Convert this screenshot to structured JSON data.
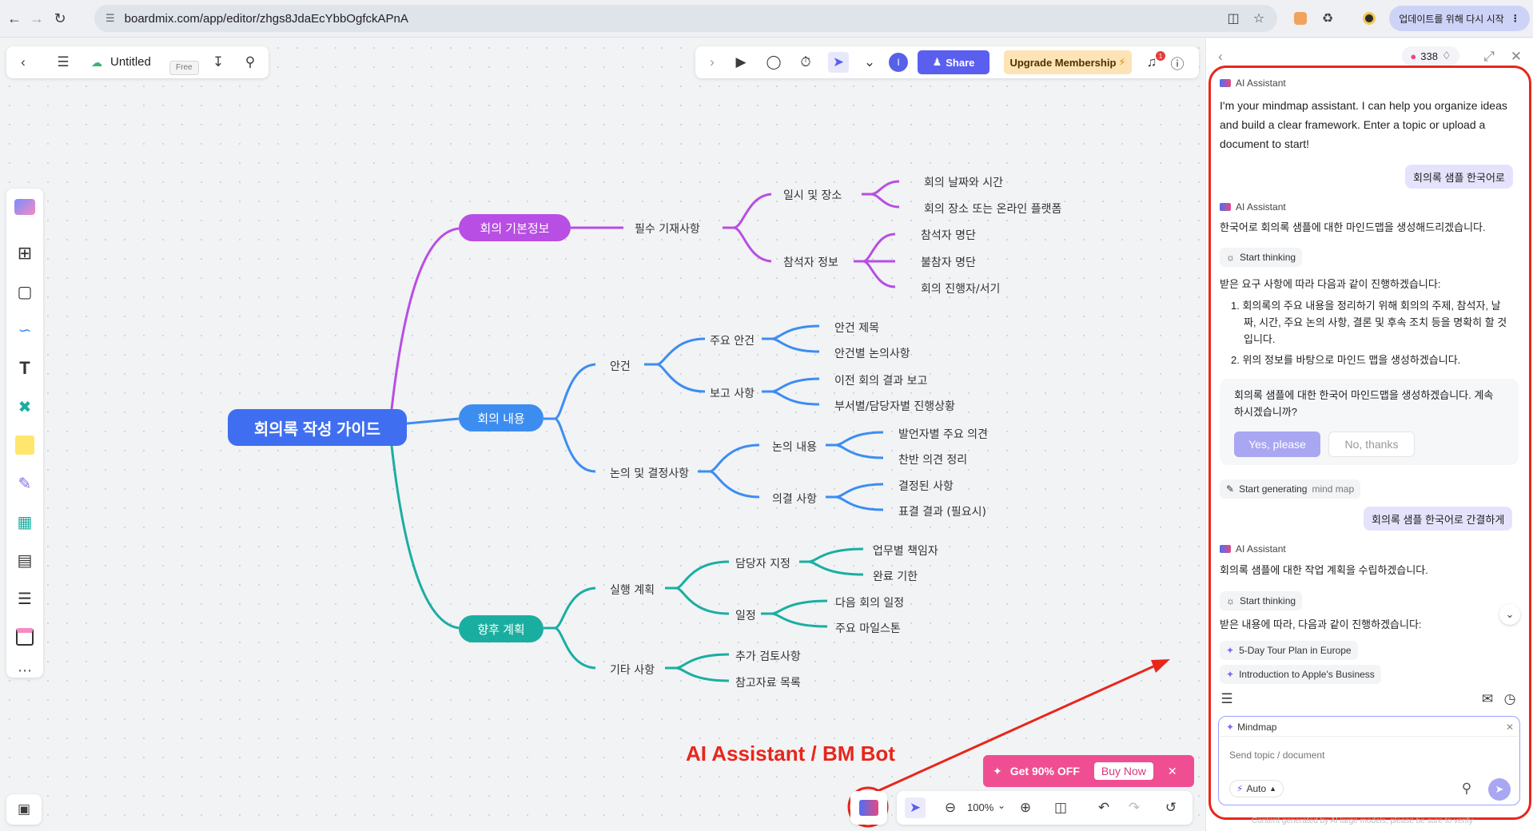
{
  "browser": {
    "url": "boardmix.com/app/editor/zhgs8JdaEcYbbOgfckAPnA",
    "update_label": "업데이트를 위해 다시 시작"
  },
  "topbar": {
    "doc_title": "Untitled",
    "free_badge": "Free",
    "user_initial": "I",
    "share_label": "Share",
    "upgrade_label": "Upgrade Membership",
    "notification_count": "1"
  },
  "mindmap": {
    "root": "회의록 작성 가이드",
    "branches": [
      {
        "label": "회의 기본정보",
        "color": "#b84ee3",
        "l2": [
          {
            "label": "필수 기재사항",
            "l3": [
              {
                "label": "일시 및 장소",
                "l4": [
                  "회의 날짜와 시간",
                  "회의 장소 또는 온라인 플랫폼"
                ]
              },
              {
                "label": "참석자 정보",
                "l4": [
                  "참석자 명단",
                  "불참자 명단",
                  "회의 진행자/서기"
                ]
              }
            ]
          }
        ]
      },
      {
        "label": "회의 내용",
        "color": "#3d8df0",
        "l2": [
          {
            "label": "안건",
            "l3": [
              {
                "label": "주요 안건",
                "l4": [
                  "안건 제목",
                  "안건별 논의사항"
                ]
              },
              {
                "label": "보고 사항",
                "l4": [
                  "이전 회의 결과 보고",
                  "부서별/담당자별 진행상황"
                ]
              }
            ]
          },
          {
            "label": "논의 및 결정사항",
            "l3": [
              {
                "label": "논의 내용",
                "l4": [
                  "발언자별 주요 의견",
                  "찬반 의견 정리"
                ]
              },
              {
                "label": "의결 사항",
                "l4": [
                  "결정된 사항",
                  "표결 결과 (필요시)"
                ]
              }
            ]
          }
        ]
      },
      {
        "label": "향후 계획",
        "color": "#1aaea0",
        "l2": [
          {
            "label": "실행 계획",
            "l3": [
              {
                "label": "담당자 지정",
                "l4": [
                  "업무별 책임자",
                  "완료 기한"
                ]
              },
              {
                "label": "일정",
                "l4": [
                  "다음 회의 일정",
                  "주요 마일스톤"
                ]
              }
            ]
          },
          {
            "label": "기타 사항",
            "l3": [
              {
                "label": "추가 검토사항",
                "l4": []
              },
              {
                "label": "참고자료 목록",
                "l4": []
              }
            ]
          }
        ]
      }
    ]
  },
  "annotation": {
    "label": "AI Assistant / BM Bot"
  },
  "promo": {
    "text": "Get 90% OFF",
    "buy_label": "Buy Now"
  },
  "zoom": {
    "level": "100%"
  },
  "sidebar": {
    "credits": "338",
    "assistant_name": "AI Assistant",
    "intro": "I'm your mindmap assistant. I can help you organize ideas and build a clear framework. Enter a topic or upload a document to start!",
    "user_msg_1": "회의록 샘플 한국어로",
    "reply_1": "한국어로 회의록 샘플에 대한 마인드맵을 생성해드리겠습니다.",
    "thinking_label": "Start thinking",
    "plan_intro": "받은 요구 사항에 따라 다음과 같이 진행하겠습니다:",
    "plan_1a": "1. 회의록의 주요 내용을 정리하기 위해 회의의 주제, 참석자, 날",
    "plan_1b": "짜, 시간, 주요 논의 사항, 결론 및 후속 조치 등을 명확히 할 것",
    "plan_1c": "입니다.",
    "plan_2": "2. 위의 정보를 바탕으로 마인드 맵을 생성하겠습니다.",
    "confirm_a": "회의록 샘플에 대한 한국어 마인드맵을 생성하겠습니다. 계속",
    "confirm_b": "하시겠습니까?",
    "yes_label": "Yes, please",
    "no_label": "No, thanks",
    "generating_label": "Start generating",
    "generating_type": "mind map",
    "user_msg_2": "회의록 샘플 한국어로 간결하게",
    "reply_2": "회의록 샘플에 대한 작업 계획을 수립하겠습니다.",
    "plan2_intro": "받은 내용에 따라, 다음과 같이 진행하겠습니다:",
    "suggestion_1": "5-Day Tour Plan in Europe",
    "suggestion_2": "Introduction to Apple's Business",
    "input_mode": "Mindmap",
    "input_placeholder": "Send topic / document",
    "model_label": "Auto",
    "footer_note": "Content generated by AI large models, please be sure to verify"
  }
}
